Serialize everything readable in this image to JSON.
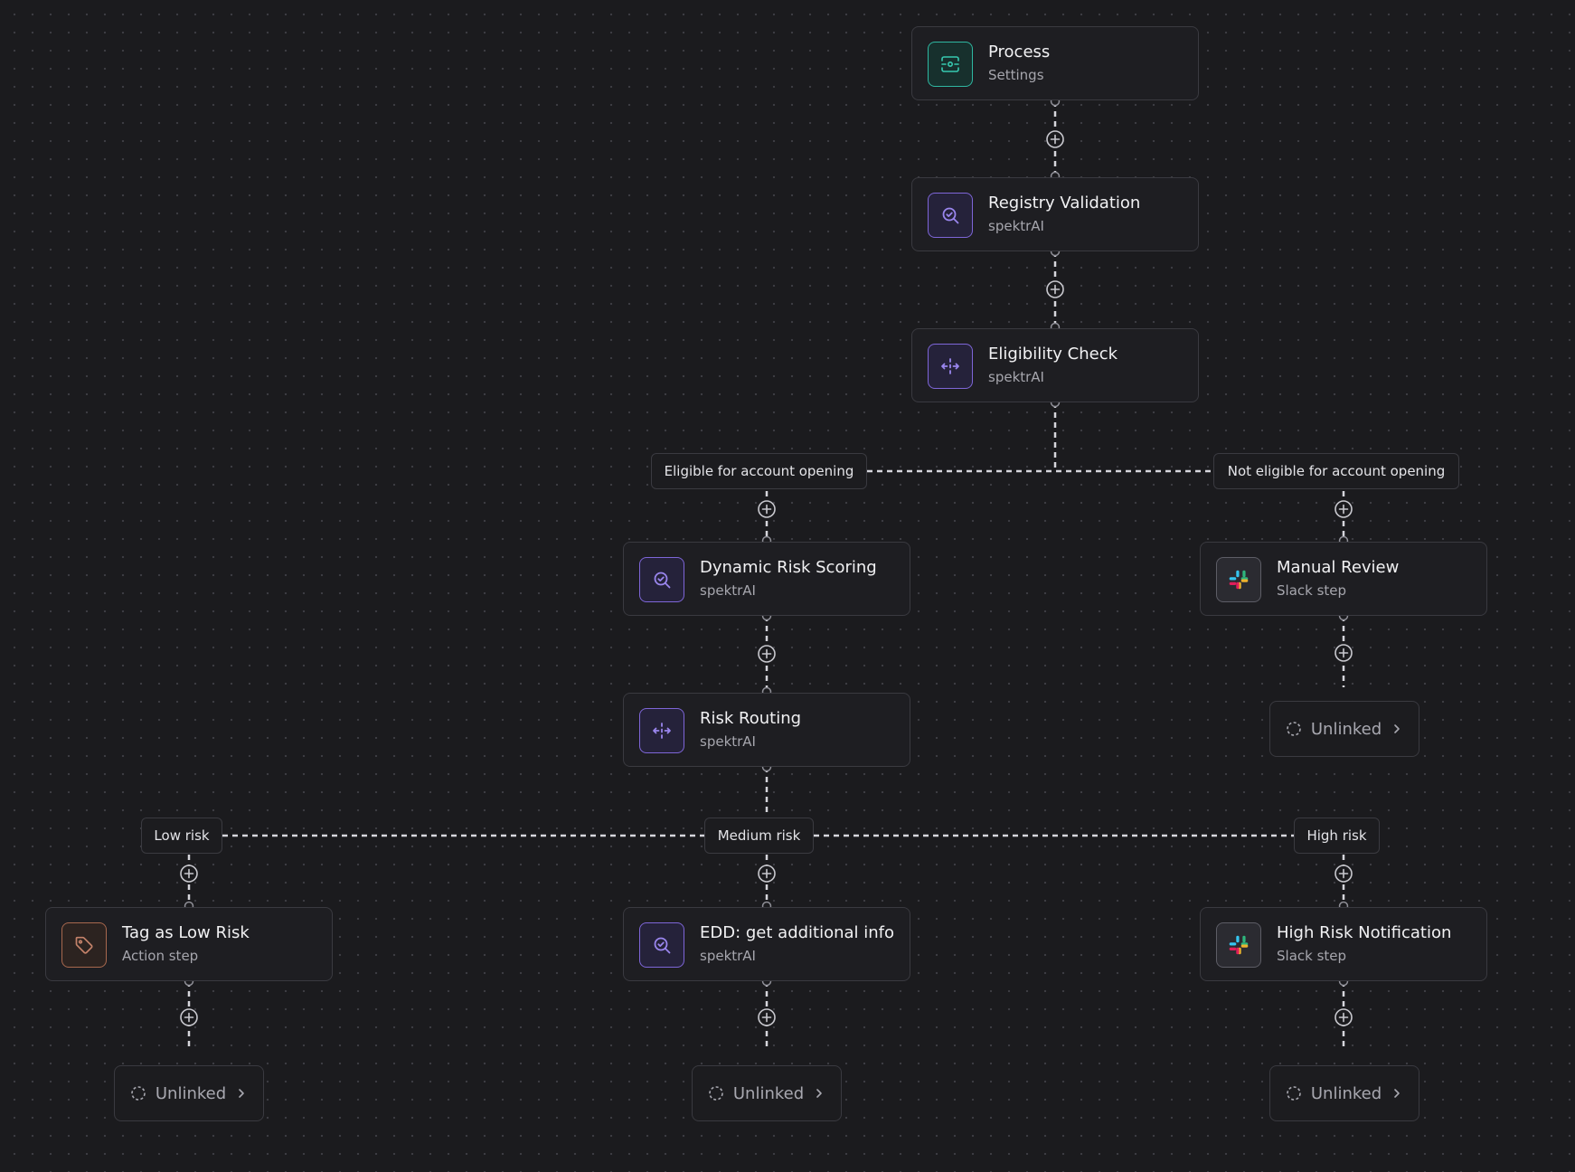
{
  "nodes": {
    "process": {
      "title": "Process",
      "subtitle": "Settings",
      "icon": "settings-icon"
    },
    "registry_validation": {
      "title": "Registry Validation",
      "subtitle": "spektrAI",
      "icon": "magnifier-check-icon"
    },
    "eligibility_check": {
      "title": "Eligibility Check",
      "subtitle": "spektrAI",
      "icon": "split-arrows-icon"
    },
    "dynamic_risk_scoring": {
      "title": "Dynamic Risk Scoring",
      "subtitle": "spektrAI",
      "icon": "magnifier-check-icon"
    },
    "manual_review": {
      "title": "Manual Review",
      "subtitle": "Slack step",
      "icon": "slack-icon"
    },
    "risk_routing": {
      "title": "Risk Routing",
      "subtitle": "spektrAI",
      "icon": "split-arrows-icon"
    },
    "tag_low_risk": {
      "title": "Tag as Low Risk",
      "subtitle": "Action step",
      "icon": "tag-icon"
    },
    "edd": {
      "title": "EDD: get additional info",
      "subtitle": "spektrAI",
      "icon": "magnifier-check-icon"
    },
    "high_risk_notification": {
      "title": "High Risk Notification",
      "subtitle": "Slack step",
      "icon": "slack-icon"
    }
  },
  "branches": {
    "eligible": "Eligible for account opening",
    "not_eligible": "Not eligible for account opening",
    "low_risk": "Low risk",
    "medium_risk": "Medium risk",
    "high_risk": "High risk"
  },
  "unlinked_label": "Unlinked",
  "colors": {
    "canvas_background": "#1b1b1e",
    "node_background": "#1e1e22",
    "node_border": "#3a3a40",
    "teal_accent": "#2fb7a1",
    "purple_accent": "#7e66d8",
    "orange_accent": "#a8684e",
    "connector": "#d0d0d6"
  }
}
